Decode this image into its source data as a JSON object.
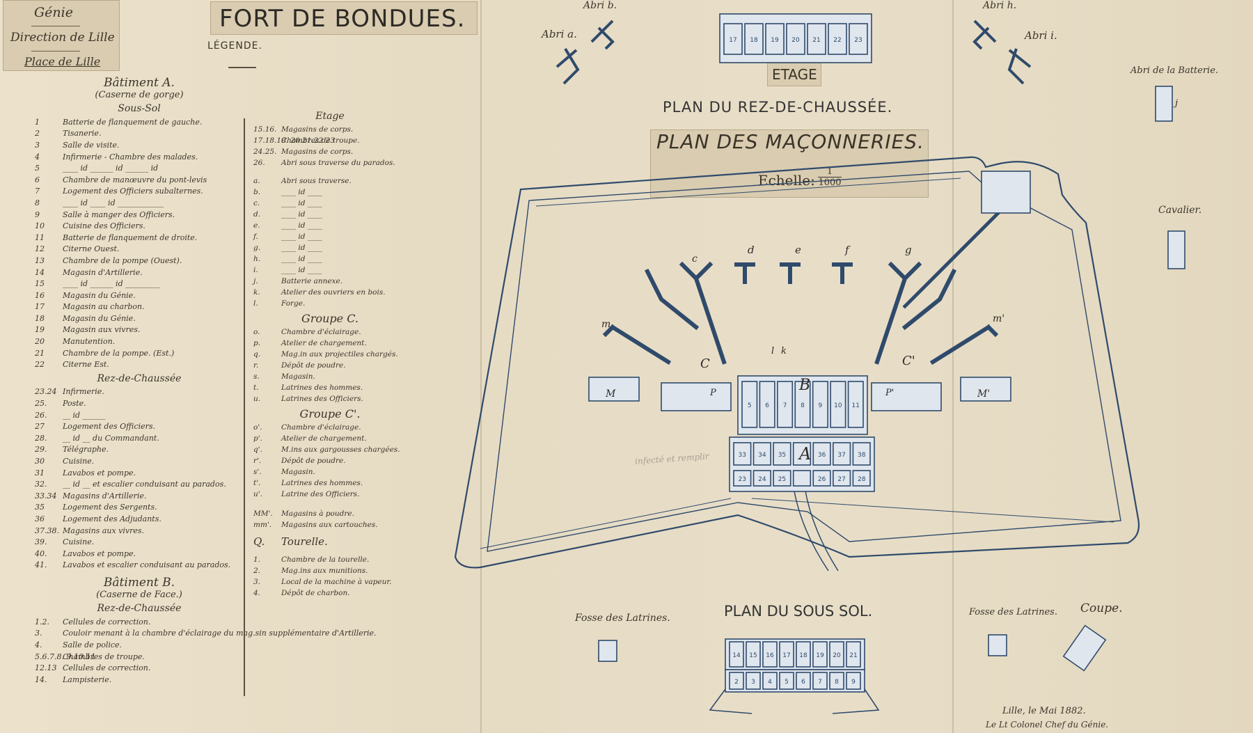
{
  "cartouche": {
    "line1": "Génie",
    "line2": "Direction de Lille",
    "line3": "Place de Lille"
  },
  "title": "FORT DE BONDUES.",
  "legend_heading": "LÉGENDE.",
  "building_a": {
    "title": "Bâtiment A.",
    "subtitle": "(Caserne de gorge)"
  },
  "sous_sol": {
    "heading": "Sous-Sol",
    "items": [
      {
        "n": "1",
        "t": "Batterie de flanquement de gauche."
      },
      {
        "n": "2",
        "t": "Tisanerie."
      },
      {
        "n": "3",
        "t": "Salle de visite."
      },
      {
        "n": "4",
        "t": "Infirmerie - Chambre des malades."
      },
      {
        "n": "5",
        "t": "____ id ______ id ______ id"
      },
      {
        "n": "6",
        "t": "Chambre de manœuvre du pont-levis"
      },
      {
        "n": "7",
        "t": "Logement des Officiers subalternes."
      },
      {
        "n": "8",
        "t": "____ id ____ id ____________"
      },
      {
        "n": "9",
        "t": "Salle à manger des Officiers."
      },
      {
        "n": "10",
        "t": "Cuisine des Officiers."
      },
      {
        "n": "11",
        "t": "Batterie de flanquement de droite."
      },
      {
        "n": "12",
        "t": "Citerne Ouest."
      },
      {
        "n": "13",
        "t": "Chambre de la pompe (Ouest)."
      },
      {
        "n": "14",
        "t": "Magasin d'Artillerie."
      },
      {
        "n": "15",
        "t": "____ id ______ id _________"
      },
      {
        "n": "16",
        "t": "Magasin du Génie."
      },
      {
        "n": "17",
        "t": "Magasin au charbon."
      },
      {
        "n": "18",
        "t": "Magasin du Génie."
      },
      {
        "n": "19",
        "t": "Magasin aux vivres."
      },
      {
        "n": "20",
        "t": "Manutention."
      },
      {
        "n": "21",
        "t": "Chambre de la pompe. (Est.)"
      },
      {
        "n": "22",
        "t": "Citerne Est."
      }
    ]
  },
  "rez_de_chaussee": {
    "heading": "Rez-de-Chaussée",
    "items": [
      {
        "n": "23.24",
        "t": "Infirmerie."
      },
      {
        "n": "25.",
        "t": "Poste."
      },
      {
        "n": "26.",
        "t": "__ id ______"
      },
      {
        "n": "27",
        "t": "Logement des Officiers."
      },
      {
        "n": "28.",
        "t": "__ id __ du Commandant."
      },
      {
        "n": "29.",
        "t": "Télégraphe."
      },
      {
        "n": "30",
        "t": "Cuisine."
      },
      {
        "n": "31",
        "t": "Lavabos et pompe."
      },
      {
        "n": "32.",
        "t": "__ id __ et escalier conduisant au parados."
      },
      {
        "n": "33.34",
        "t": "Magasins d'Artillerie."
      },
      {
        "n": "35",
        "t": "Logement des Sergents."
      },
      {
        "n": "36",
        "t": "Logement des Adjudants."
      },
      {
        "n": "37.38.",
        "t": "Magasins aux vivres."
      },
      {
        "n": "39.",
        "t": "Cuisine."
      },
      {
        "n": "40.",
        "t": "Lavabos et pompe."
      },
      {
        "n": "41.",
        "t": "Lavabos et escalier conduisant au parados."
      }
    ]
  },
  "building_b": {
    "title": "Bâtiment B.",
    "subtitle": "(Caserne de Face.)",
    "heading": "Rez-de-Chaussée",
    "items": [
      {
        "n": "1.2.",
        "t": "Cellules de correction."
      },
      {
        "n": "3.",
        "t": "Couloir menant à la chambre d'éclairage du mag.sin supplémentaire d'Artillerie."
      },
      {
        "n": "4.",
        "t": "Salle de police."
      },
      {
        "n": "5.6.7.8. 9.10.11",
        "t": "Chambres de troupe."
      },
      {
        "n": "12.13",
        "t": "Cellules de correction."
      },
      {
        "n": "14.",
        "t": "Lampisterie."
      }
    ]
  },
  "etage": {
    "heading": "Etage",
    "items": [
      {
        "n": "15.16.",
        "t": "Magasins de corps."
      },
      {
        "n": "17.18.19. 20.21.22.23",
        "t": "Chambres de troupe."
      },
      {
        "n": "24.25.",
        "t": "Magasins de corps."
      },
      {
        "n": "26.",
        "t": "Abri sous traverse du parados."
      }
    ]
  },
  "abris": {
    "items": [
      {
        "n": "a.",
        "t": "Abri sous traverse."
      },
      {
        "n": "b.",
        "t": "____ id ____"
      },
      {
        "n": "c.",
        "t": "____ id ____"
      },
      {
        "n": "d.",
        "t": "____ id ____"
      },
      {
        "n": "e.",
        "t": "____ id ____"
      },
      {
        "n": "f.",
        "t": "____ id ____"
      },
      {
        "n": "g.",
        "t": "____ id ____"
      },
      {
        "n": "h.",
        "t": "____ id ____"
      },
      {
        "n": "i.",
        "t": "____ id ____"
      },
      {
        "n": "j.",
        "t": "Batterie annexe."
      },
      {
        "n": "k.",
        "t": "Atelier des ouvriers en bois."
      },
      {
        "n": "l.",
        "t": "Forge."
      }
    ]
  },
  "groupe_c": {
    "heading": "Groupe C.",
    "items": [
      {
        "n": "o.",
        "t": "Chambre d'éclairage."
      },
      {
        "n": "p.",
        "t": "Atelier de chargement."
      },
      {
        "n": "q.",
        "t": "Mag.in aux projectiles chargés."
      },
      {
        "n": "r.",
        "t": "Dépôt de poudre."
      },
      {
        "n": "s.",
        "t": "Magasin."
      },
      {
        "n": "t.",
        "t": "Latrines des hommes."
      },
      {
        "n": "u.",
        "t": "Latrines des Officiers."
      }
    ]
  },
  "groupe_c2": {
    "heading": "Groupe C'.",
    "items": [
      {
        "n": "o'.",
        "t": "Chambre d'éclairage."
      },
      {
        "n": "p'.",
        "t": "Atelier de chargement."
      },
      {
        "n": "q'.",
        "t": "M.ins aux gargousses chargées."
      },
      {
        "n": "r'.",
        "t": "Dépôt de poudre."
      },
      {
        "n": "s'.",
        "t": "Magasin."
      },
      {
        "n": "t'.",
        "t": "Latrines des hommes."
      },
      {
        "n": "u'.",
        "t": "Latrine des Officiers."
      }
    ]
  },
  "magasins": {
    "items": [
      {
        "n": "MM'.",
        "t": "Magasins à poudre."
      },
      {
        "n": "mm'.",
        "t": "Magasins aux cartouches."
      }
    ]
  },
  "tourelle": {
    "heading_n": "Q.",
    "heading": "Tourelle.",
    "items": [
      {
        "n": "1.",
        "t": "Chambre de la tourelle."
      },
      {
        "n": "2.",
        "t": "Mag.ins aux munitions."
      },
      {
        "n": "3.",
        "t": "Local de la machine à vapeur."
      },
      {
        "n": "4.",
        "t": "Dépôt de charbon."
      }
    ]
  },
  "map": {
    "plan_rdc": "PLAN DU REZ-DE-CHAUSSÉE.",
    "plan_maconneries": "PLAN DES MAÇONNERIES.",
    "echelle": "Echelle:",
    "scale_num": "1",
    "scale_den": "1000",
    "etage": "ETAGE",
    "plan_sous_sol": "PLAN DU SOUS SOL.",
    "abri_a": "Abri a.",
    "abri_b": "Abri b.",
    "abri_h": "Abri h.",
    "abri_i": "Abri i.",
    "abri_batterie": "Abri de la Batterie.",
    "cavalier": "Cavalier.",
    "fosse_left": "Fosse des Latrines.",
    "fosse_right": "Fosse des Latrines.",
    "coupe": "Coupe.",
    "letters": {
      "A": "A",
      "B": "B",
      "C": "C",
      "C2": "C'",
      "M": "M",
      "M2": "M'",
      "m": "m",
      "m2": "m'",
      "c": "c",
      "d": "d",
      "e": "e",
      "f": "f",
      "g": "g",
      "k": "k",
      "l": "l",
      "j": "j",
      "P": "P",
      "P2": "P'"
    },
    "pencil": "infecté et remplir"
  },
  "signature": {
    "line1": "Lille, le  Mai 1882.",
    "line2": "Le Lt Colonel Chef du Génie."
  },
  "colors": {
    "ink": "#2f4a6b",
    "paper": "#e9dfc9",
    "pencil": "#9a9088"
  }
}
